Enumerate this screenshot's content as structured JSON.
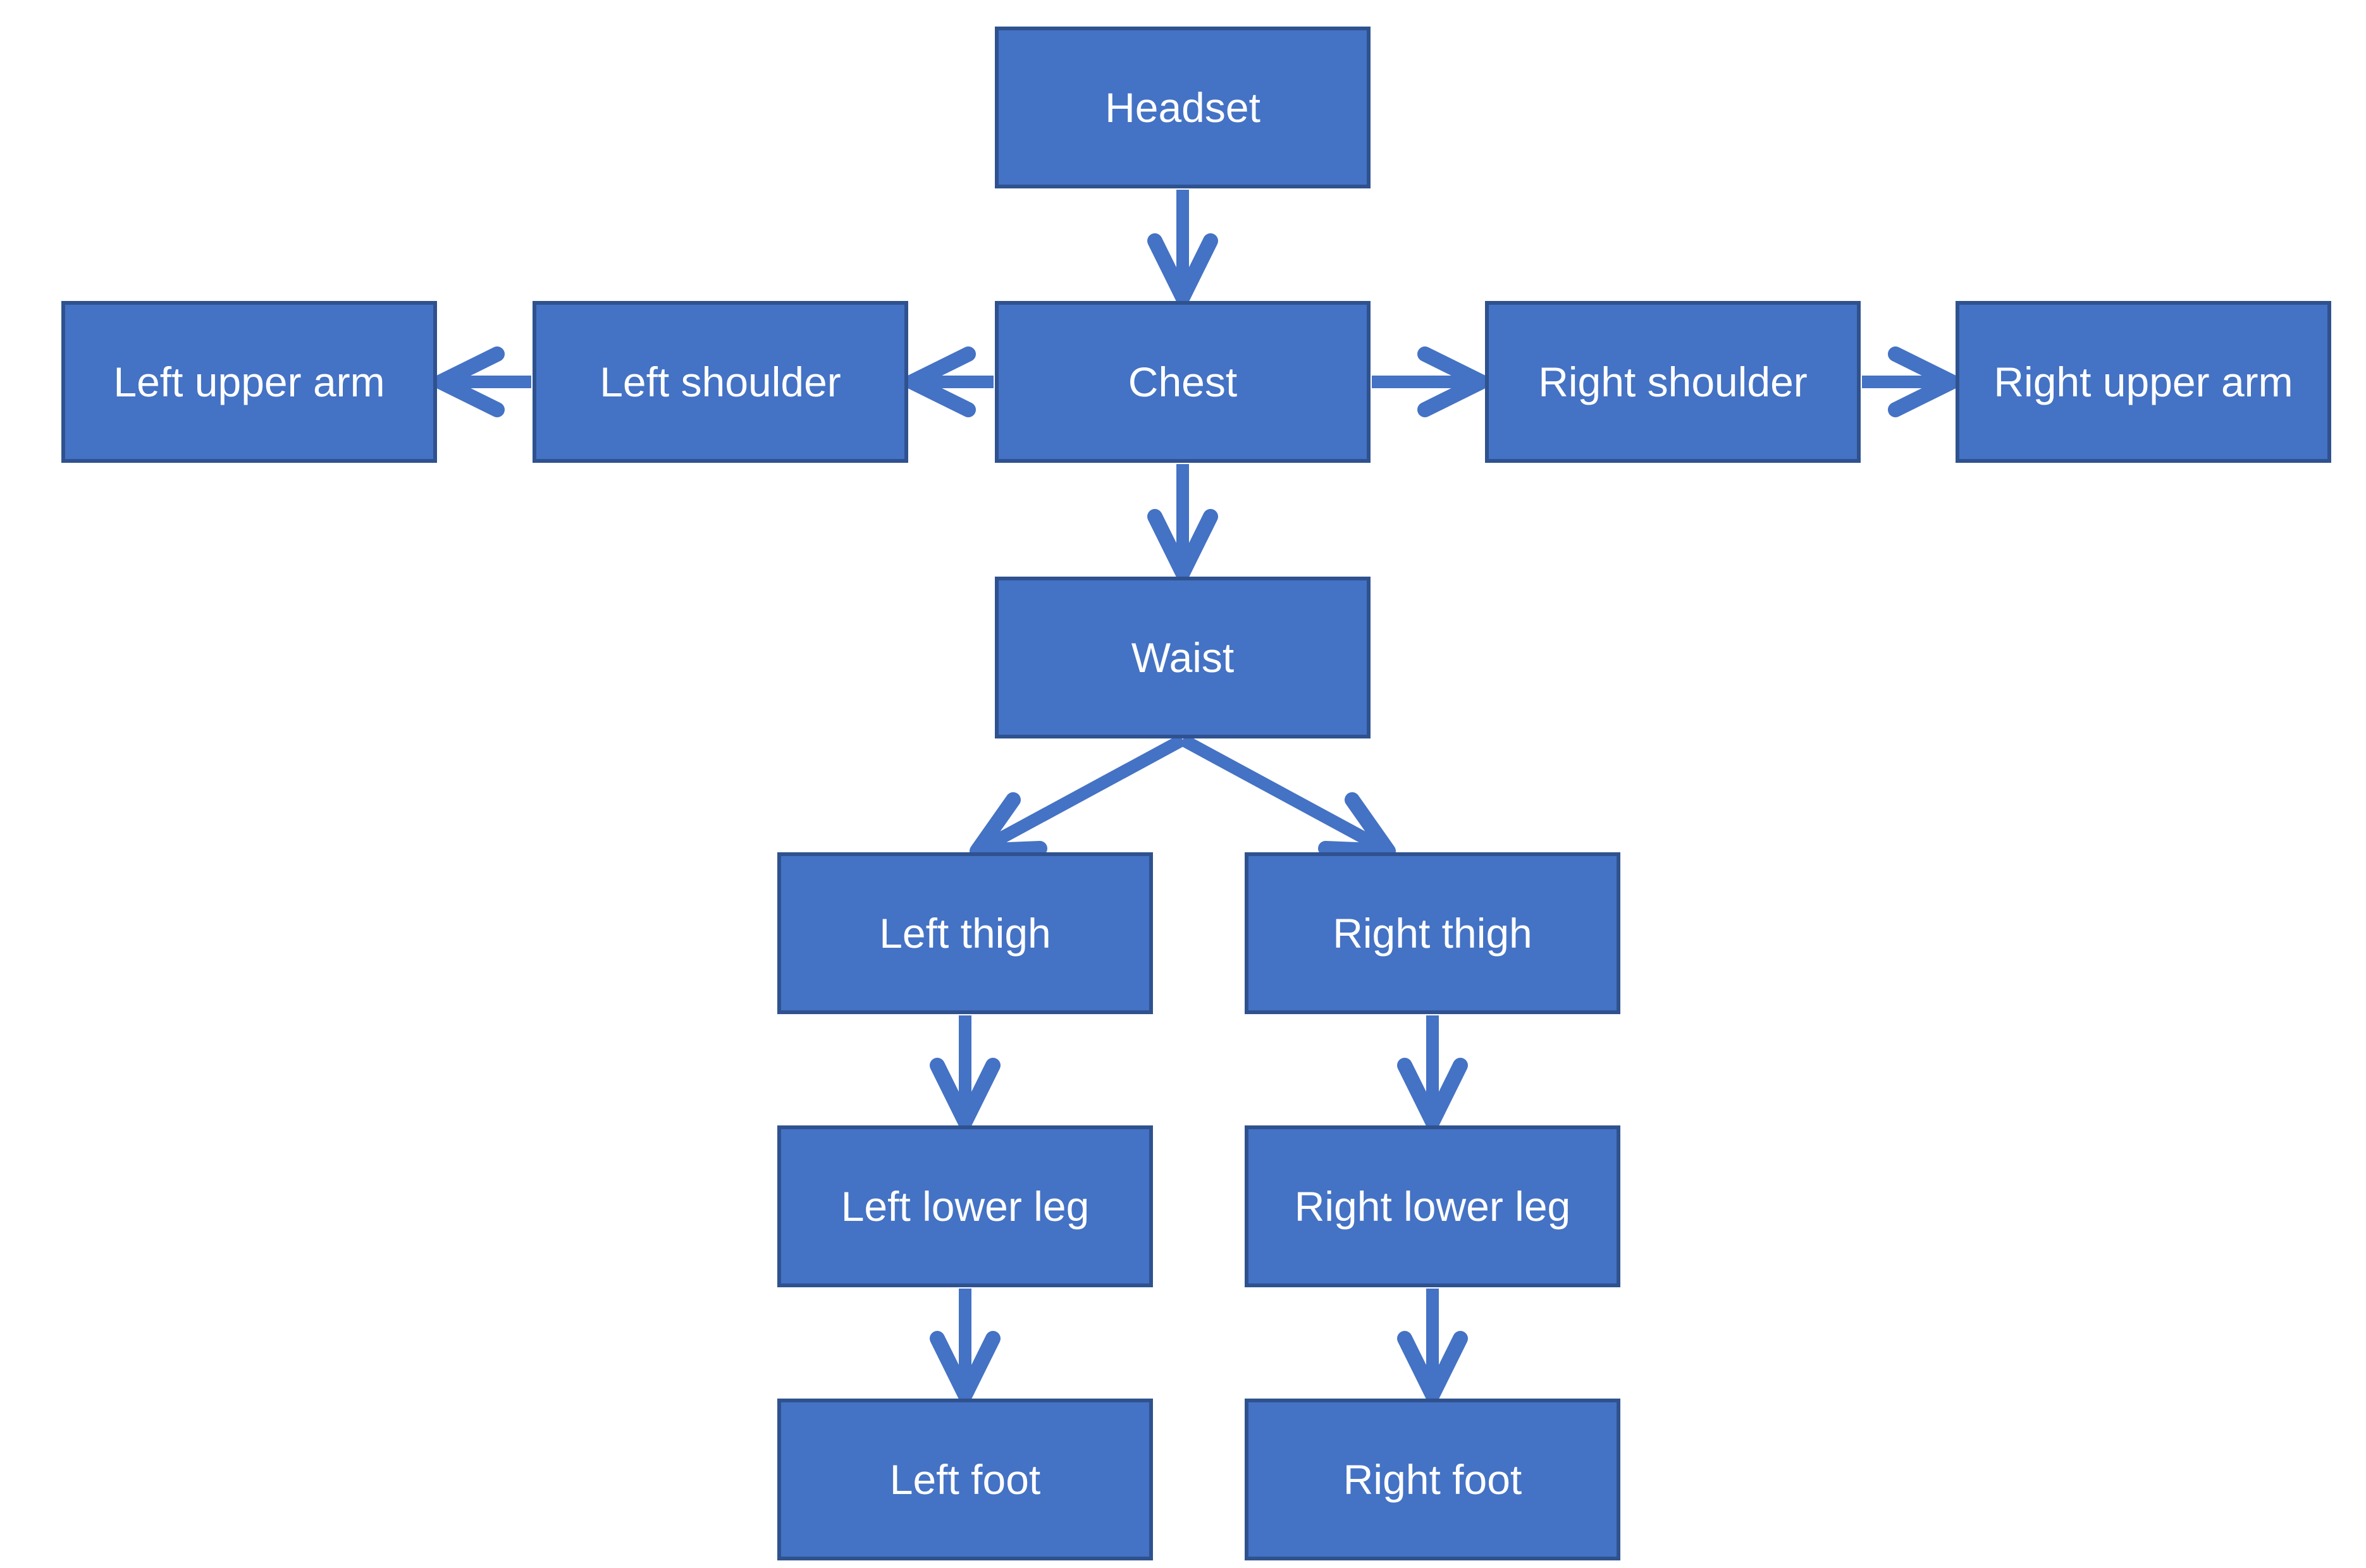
{
  "diagram": {
    "nodes": [
      {
        "id": "headset",
        "label": "Headset"
      },
      {
        "id": "left-upper-arm",
        "label": "Left upper arm"
      },
      {
        "id": "left-shoulder",
        "label": "Left shoulder"
      },
      {
        "id": "chest",
        "label": "Chest"
      },
      {
        "id": "right-shoulder",
        "label": "Right shoulder"
      },
      {
        "id": "right-upper-arm",
        "label": "Right upper arm"
      },
      {
        "id": "waist",
        "label": "Waist"
      },
      {
        "id": "left-thigh",
        "label": "Left thigh"
      },
      {
        "id": "right-thigh",
        "label": "Right thigh"
      },
      {
        "id": "left-lower-leg",
        "label": "Left lower leg"
      },
      {
        "id": "right-lower-leg",
        "label": "Right lower leg"
      },
      {
        "id": "left-foot",
        "label": "Left foot"
      },
      {
        "id": "right-foot",
        "label": "Right foot"
      }
    ],
    "edges": [
      {
        "from": "Headset",
        "to": "Chest"
      },
      {
        "from": "Chest",
        "to": "Left shoulder"
      },
      {
        "from": "Left shoulder",
        "to": "Left upper arm"
      },
      {
        "from": "Chest",
        "to": "Right shoulder"
      },
      {
        "from": "Right shoulder",
        "to": "Right upper arm"
      },
      {
        "from": "Chest",
        "to": "Waist"
      },
      {
        "from": "Waist",
        "to": "Left thigh"
      },
      {
        "from": "Waist",
        "to": "Right thigh"
      },
      {
        "from": "Left thigh",
        "to": "Left lower leg"
      },
      {
        "from": "Right thigh",
        "to": "Right lower leg"
      },
      {
        "from": "Left lower leg",
        "to": "Left foot"
      },
      {
        "from": "Right lower leg",
        "to": "Right foot"
      }
    ],
    "colors": {
      "node_fill": "#4472C4",
      "node_border": "#2F528F",
      "arrow": "#4472C4",
      "text": "#FFFFFF",
      "background": "#FFFFFF"
    }
  }
}
